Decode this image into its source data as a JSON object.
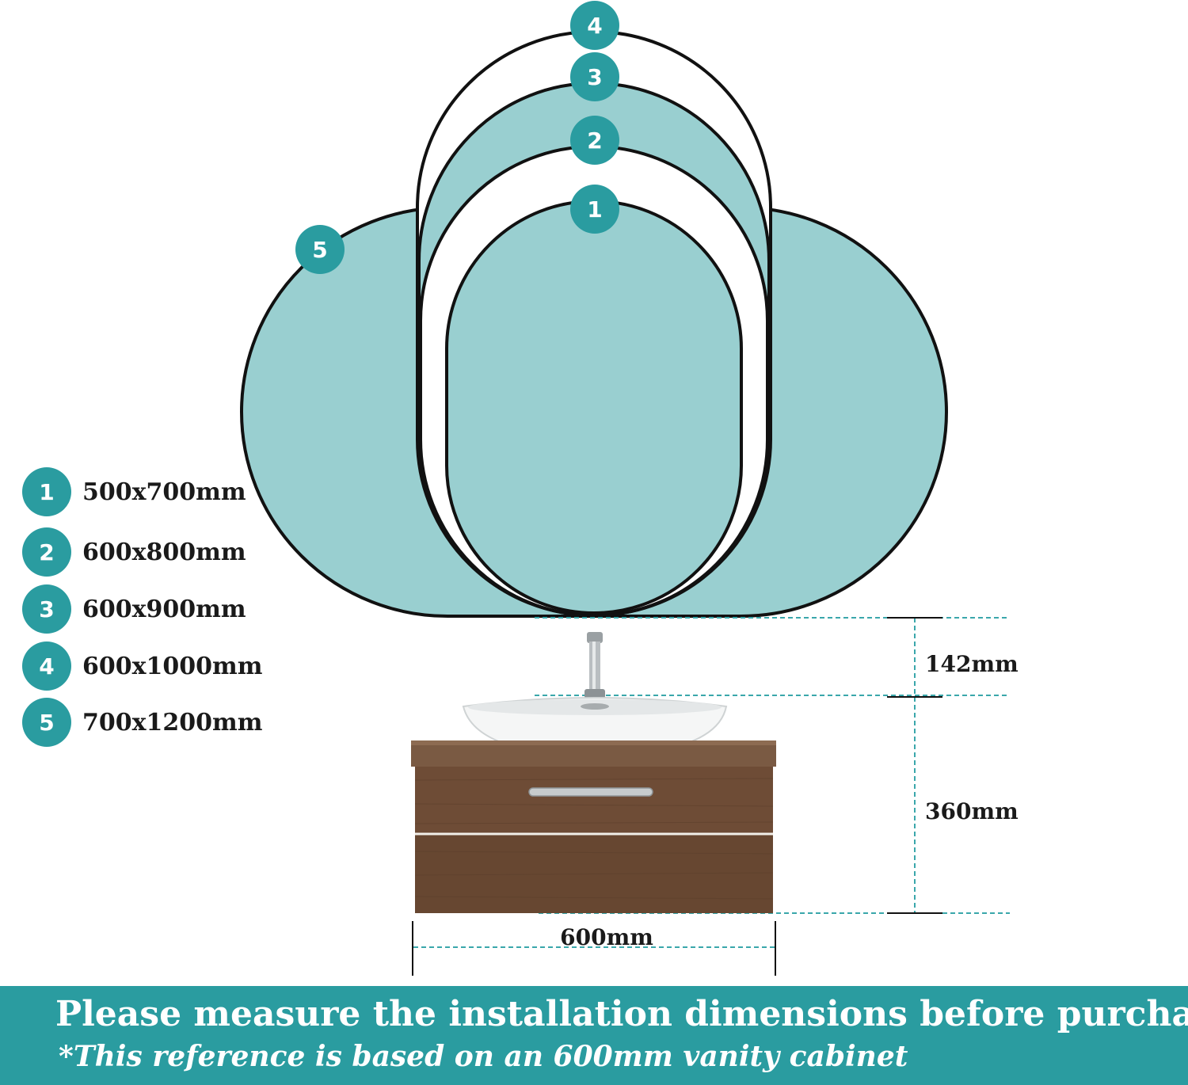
{
  "colors": {
    "teal": "#2a9ca0",
    "mirror_fill": "#99cfd0",
    "outline": "#111111",
    "wood": "#6e4c36",
    "dashed": "#3aa7ab"
  },
  "mirrors": [
    {
      "id": "1",
      "label": "500x700mm"
    },
    {
      "id": "2",
      "label": "600x800mm"
    },
    {
      "id": "3",
      "label": "600x900mm"
    },
    {
      "id": "4",
      "label": "600x1000mm"
    },
    {
      "id": "5",
      "label": "700x1200mm"
    }
  ],
  "dimensions": {
    "gap": "142mm",
    "cabinet_height": "360mm",
    "cabinet_width": "600mm"
  },
  "banner": {
    "title": "Please measure the installation dimensions before purchasing",
    "subtitle": "*This reference is based on an 600mm vanity cabinet"
  }
}
